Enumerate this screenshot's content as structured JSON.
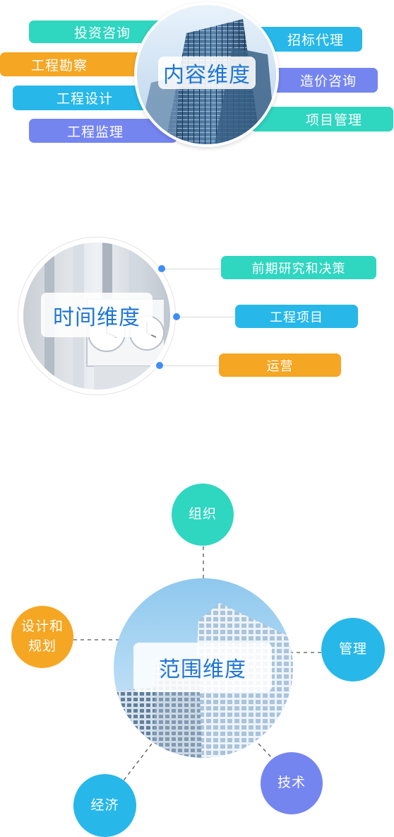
{
  "content_dimension": {
    "title": "内容维度",
    "left_items": [
      "投资咨询",
      "工程勘察",
      "工程设计",
      "工程监理"
    ],
    "right_items": [
      "招标代理",
      "造价咨询",
      "项目管理"
    ]
  },
  "time_dimension": {
    "title": "时间维度",
    "items": [
      "前期研究和决策",
      "工程项目",
      "运营"
    ]
  },
  "scope_dimension": {
    "title": "范围维度",
    "nodes": {
      "organization": "组织",
      "management": "管理",
      "design_planning_line1": "设计和",
      "design_planning_line2": "规划",
      "technology": "技术",
      "economy": "经济"
    }
  },
  "colors": {
    "teal": "#2fd6c0",
    "orange": "#f5a623",
    "sky": "#27b8e9",
    "violet": "#7585f0",
    "title_blue": "#1f76d4",
    "dot_blue": "#3e8ef5"
  },
  "icons": [
    "office-tower-photo",
    "clock-tower-photo",
    "glass-building-photo"
  ]
}
